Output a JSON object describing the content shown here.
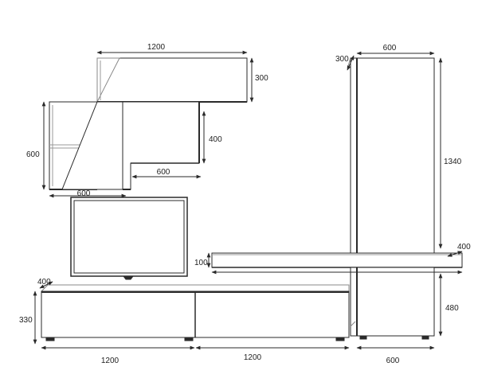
{
  "colors": {
    "line": "#2a2a2a",
    "light": "#9a9a9a",
    "panel": "#ffffff"
  },
  "dimensions": {
    "top_shelf_width": "1200",
    "top_shelf_height": "300",
    "tall_cabinet_width": "600",
    "tall_cabinet_depth": "300",
    "tall_cabinet_height": "1340",
    "side_shelf_height": "600",
    "side_shelf_width": "600",
    "mid_box_height": "400",
    "mid_box_width": "600",
    "shelf_height": "100",
    "shelf_depth": "400",
    "base_depth": "400",
    "base_height": "330",
    "base_left_width": "1200",
    "base_right_width": "1200",
    "leg_cabinet_height": "480",
    "leg_cabinet_width": "600"
  }
}
